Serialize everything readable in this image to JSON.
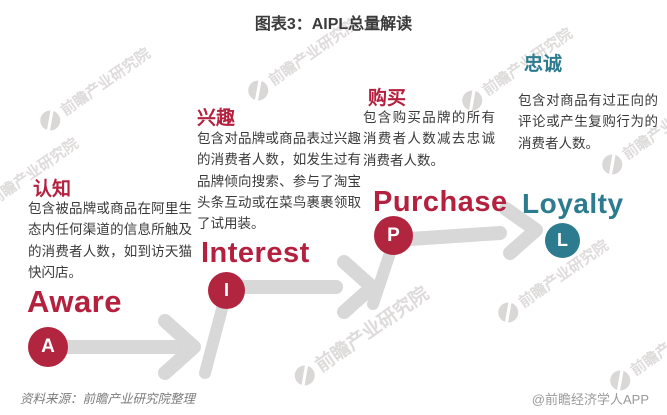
{
  "title": "图表3：AIPL总量解读",
  "colors": {
    "red": "#b3213f",
    "teal": "#2c7b8e",
    "arrow": "#d8d8d8"
  },
  "stages": [
    {
      "id": "aware",
      "title_cn": "认知",
      "title_en": "Aware",
      "letter": "A",
      "desc": "包含被品牌或商品在阿里生态内任何渠道的信息所触及的消费者人数，如到访天猫快闪店。"
    },
    {
      "id": "interest",
      "title_cn": "兴趣",
      "title_en": "Interest",
      "letter": "I",
      "desc": "包含对品牌或商品表过兴趣的消费者人数，如发生过有品牌倾向搜索、参与了淘宝头条互动或在菜鸟裹裹领取了试用装。"
    },
    {
      "id": "purchase",
      "title_cn": "购买",
      "title_en": "Purchase",
      "letter": "P",
      "desc": "包含购买品牌的所有消费者人数减去忠诚消费者人数。"
    },
    {
      "id": "loyalty",
      "title_cn": "忠诚",
      "title_en": "Loyalty",
      "letter": "L",
      "desc": "包含对商品有过正向的评论或产生复购行为的消费者人数。"
    }
  ],
  "watermark": {
    "text": "前瞻产业研究院"
  },
  "footer": {
    "source": "资料来源：前瞻产业研究院整理",
    "credit": "@前瞻经济学人APP"
  }
}
